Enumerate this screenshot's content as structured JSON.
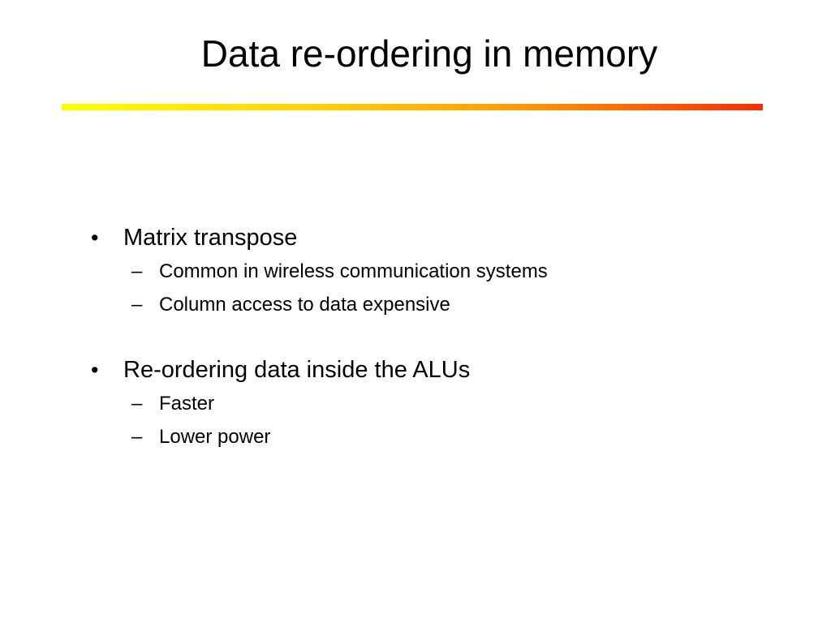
{
  "slide": {
    "title": "Data re-ordering in memory",
    "bullets": [
      {
        "marker": "•",
        "text": "Matrix transpose",
        "sub_items": [
          {
            "marker": "–",
            "text": "Common in wireless communication systems"
          },
          {
            "marker": "–",
            "text": "Column access to data expensive"
          }
        ]
      },
      {
        "marker": "•",
        "text": "Re-ordering data inside the ALUs",
        "sub_items": [
          {
            "marker": "–",
            "text": "Faster"
          },
          {
            "marker": "–",
            "text": "Lower power"
          }
        ]
      }
    ],
    "colors": {
      "rule_start": "#ffff00",
      "rule_end": "#ff2a00",
      "text": "#000000",
      "background": "#ffffff"
    }
  }
}
